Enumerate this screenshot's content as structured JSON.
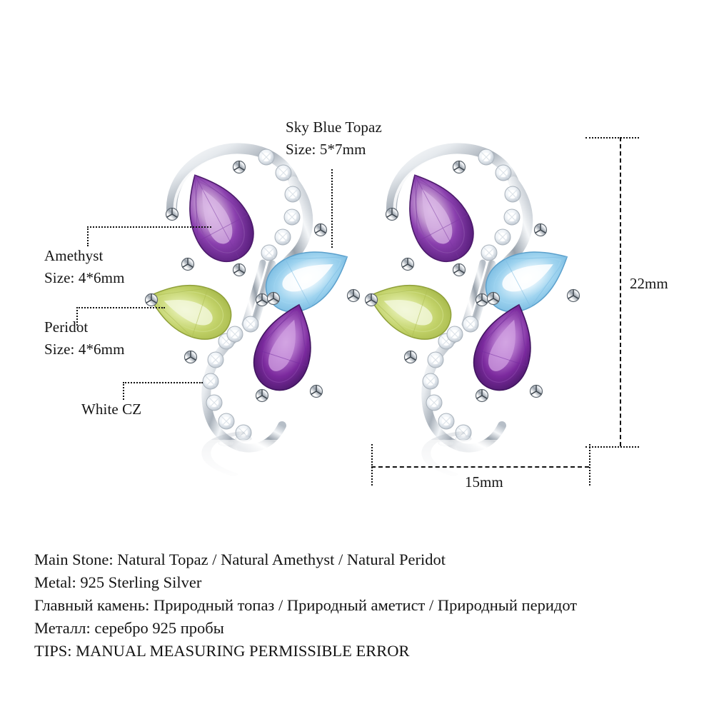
{
  "background_color": "#ffffff",
  "product": {
    "name": "butterfly-gemstone-stud-earrings",
    "count": 2,
    "gem_colors": {
      "amethyst": "#6d2d91",
      "amethyst_light": "#c9a0d4",
      "topaz": "#86c7e9",
      "topaz_light": "#e8f5fd",
      "peridot": "#bccd63",
      "peridot_light": "#e6eeb9",
      "silver": "#d9dde2",
      "silver_dark": "#8e969f",
      "cz": "#f4f7fa"
    }
  },
  "annotations": [
    {
      "id": "topaz",
      "line1": "Sky Blue Topaz",
      "line2": "Size: 5*7mm"
    },
    {
      "id": "amethyst",
      "line1": "Amethyst",
      "line2": "Size: 4*6mm"
    },
    {
      "id": "peridot",
      "line1": "Peridot",
      "line2": "Size: 4*6mm"
    },
    {
      "id": "cz",
      "line1": "White CZ",
      "line2": ""
    }
  ],
  "dimensions": {
    "height_label": "22mm",
    "width_label": "15mm"
  },
  "description": {
    "lines": [
      "Main Stone: Natural Topaz / Natural Amethyst / Natural Peridot",
      "Metal: 925 Sterling Silver",
      "Главный камень: Природный топаз / Природный аметист / Природный перидот",
      "Металл: серебро 925 пробы",
      "TIPS: MANUAL MEASURING PERMISSIBLE ERROR"
    ]
  }
}
